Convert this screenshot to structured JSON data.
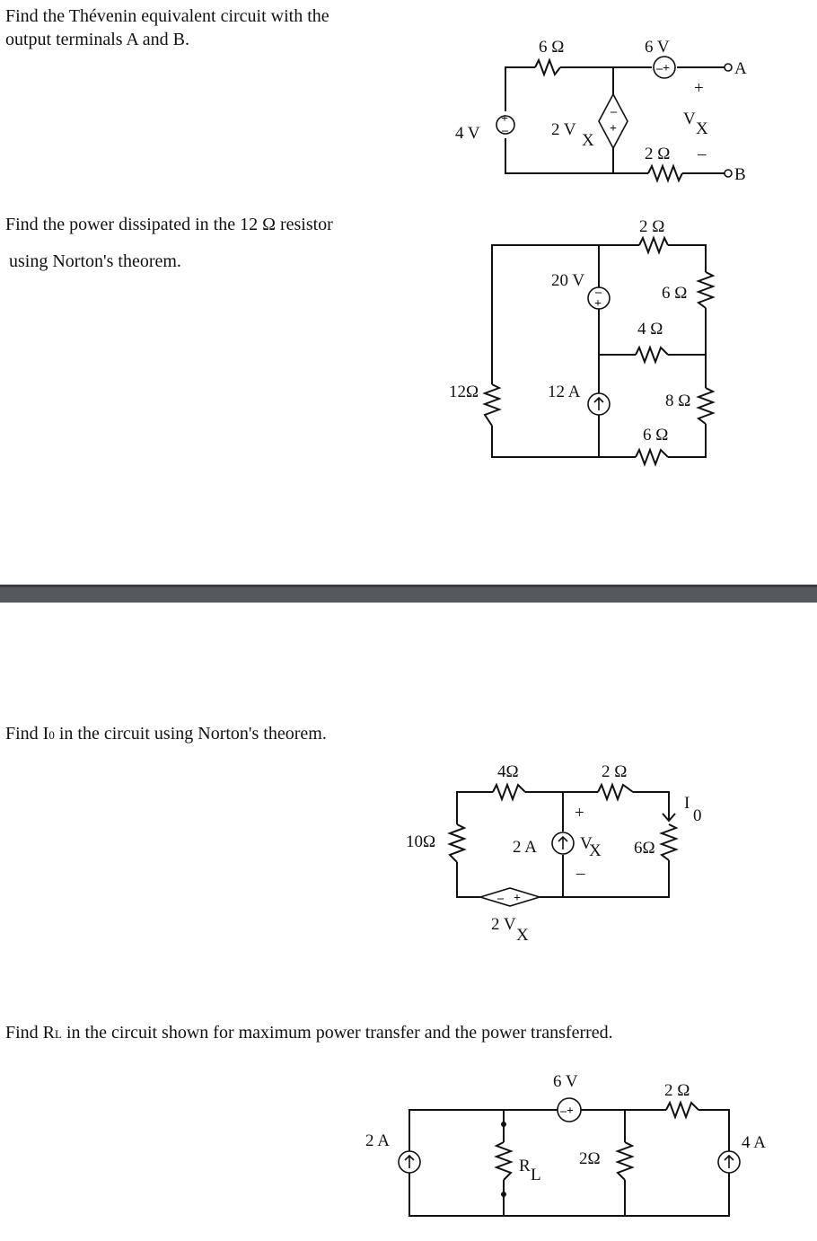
{
  "q1": {
    "text_line1": "Find the Thévenin equivalent circuit with the",
    "text_line2": "output terminals A and B.",
    "labels": {
      "r6": "6 Ω",
      "v6": "6 V",
      "term_a": "A",
      "term_b": "B",
      "plus": "+",
      "minus": "–",
      "vx": "V",
      "vx_sub": "X",
      "v4": "4 V",
      "dep": "2 V",
      "dep_sub": "X",
      "r2": "2 Ω"
    }
  },
  "q2": {
    "text_line1": "Find the power dissipated in the 12 Ω resistor",
    "text_line2": "using Norton's theorem.",
    "labels": {
      "r2": "2 Ω",
      "v20": "20 V",
      "r6a": "6 Ω",
      "r4": "4 Ω",
      "r12": "12Ω",
      "i12": "12 A",
      "r8": "8 Ω",
      "r6b": "6 Ω"
    }
  },
  "q3": {
    "text_pre": "Find I",
    "text_sub": "0",
    "text_post": " in the circuit using Norton's theorem.",
    "labels": {
      "r4": "4Ω",
      "r2": "2 Ω",
      "io": "I",
      "io_sub": "0",
      "r10": "10Ω",
      "i2": "2 A",
      "vx": "V",
      "vx_sub": "X",
      "plus": "+",
      "minus": "–",
      "r6": "6Ω",
      "dep": "2 V",
      "dep_sub": "X"
    }
  },
  "q4": {
    "text_pre": "Find R",
    "text_sub": "L",
    "text_post": "  in the circuit shown for maximum power transfer and the power transferred.",
    "labels": {
      "v6": "6 V",
      "r2a": "2 Ω",
      "i2": "2 A",
      "i4": "4 A",
      "rl": "R",
      "rl_sub": "L",
      "r2b": "2Ω"
    }
  }
}
